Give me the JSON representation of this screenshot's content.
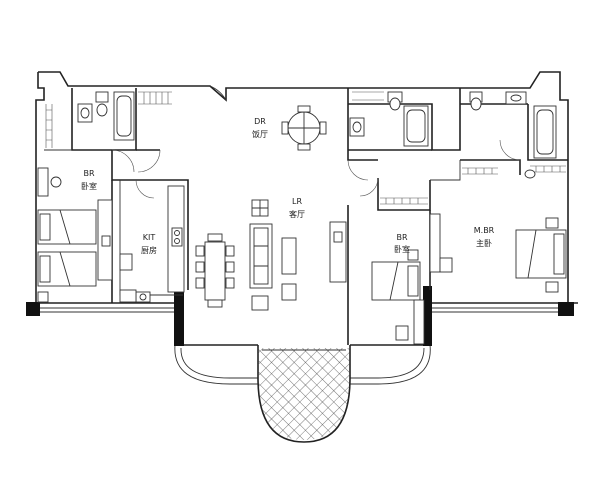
{
  "rooms": [
    {
      "code": "BR",
      "name": "卧室"
    },
    {
      "code": "KIT",
      "name": "厨房"
    },
    {
      "code": "DR",
      "name": "饭厅"
    },
    {
      "code": "LR",
      "name": "客厅"
    },
    {
      "code": "BR",
      "name": "卧室"
    },
    {
      "code": "M.BR",
      "name": "主卧"
    }
  ]
}
